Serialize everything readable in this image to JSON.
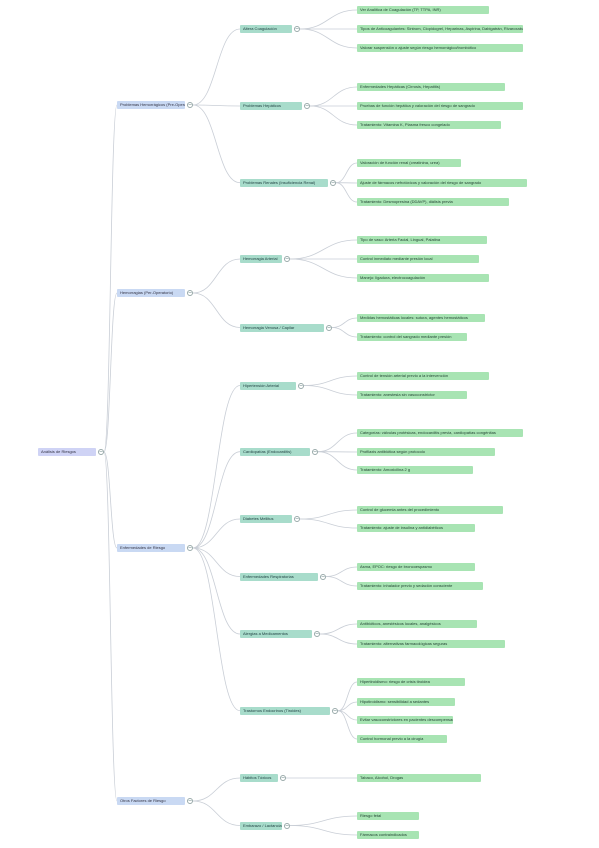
{
  "mindmap": {
    "root": {
      "label": "Análisis de Riesgos",
      "children": [
        {
          "label": "Problemas Hemorrágicos (Pre-Operatorio)",
          "children": [
            {
              "label": "Altera Coagulación",
              "children": [
                {
                  "label": "Ver Analítica de Coagulación (TP, TTPA, INR)"
                },
                {
                  "label": "Tipos de Anticoagulantes: Sintrom, Clopidogrel, Heparinas, Aspirina, Dabigatrán, Rivaroxabán"
                },
                {
                  "label": "Valorar suspensión o ajuste según riesgo hemorrágico/trombótico"
                }
              ]
            },
            {
              "label": "Problemas Hepáticos",
              "children": [
                {
                  "label": "Enfermedades Hepáticas (Cirrosis, Hepatitis)"
                },
                {
                  "label": "Pruebas de función hepática y valoración del riesgo de sangrado"
                },
                {
                  "label": "Tratamiento: Vitamina K, Plasma fresco congelado"
                }
              ]
            },
            {
              "label": "Problemas Renales (Insuficiencia Renal)",
              "children": [
                {
                  "label": "Valoración de función renal (creatinina, urea)"
                },
                {
                  "label": "Ajuste de fármacos nefrotóxicos y valoración del riesgo de sangrado"
                },
                {
                  "label": "Tratamiento: Desmopresina (DDAVP), diálisis previa"
                }
              ]
            }
          ]
        },
        {
          "label": "Hemorragias (Per-Operatorio)",
          "children": [
            {
              "label": "Hemorragia Arterial",
              "children": [
                {
                  "label": "Tipo de vaso: Arteria Facial, Lingual, Palatina"
                },
                {
                  "label": "Control inmediato mediante presión local"
                },
                {
                  "label": "Manejo: ligadura, electrocoagulación"
                }
              ]
            },
            {
              "label": "Hemorragia Venosa / Capilar",
              "children": [
                {
                  "label": "Medidas hemostáticas locales: sutura, agentes hemostáticos"
                },
                {
                  "label": "Tratamiento: control del sangrado mediante presión"
                }
              ]
            }
          ]
        },
        {
          "label": "Enfermedades de Riesgo",
          "children": [
            {
              "label": "Hipertensión Arterial",
              "children": [
                {
                  "label": "Control de tensión arterial previo a la intervención"
                },
                {
                  "label": "Tratamiento: anestesia sin vasoconstrictor"
                }
              ]
            },
            {
              "label": "Cardiopatías (Endocarditis)",
              "children": [
                {
                  "label": "Categorías: válvulas protésicas, endocarditis previa, cardiopatías congénitas"
                },
                {
                  "label": "Profilaxis antibiótica según protocolo"
                },
                {
                  "label": "Tratamiento: Amoxicilina 2 g"
                }
              ]
            },
            {
              "label": "Diabetes Mellitus",
              "children": [
                {
                  "label": "Control de glucemia antes del procedimiento"
                },
                {
                  "label": "Tratamiento: ajuste de insulina y antidiabéticos"
                }
              ]
            },
            {
              "label": "Enfermedades Respiratorias",
              "children": [
                {
                  "label": "Asma, EPOC: riesgo de broncoespasmo"
                },
                {
                  "label": "Tratamiento: inhalador previo y sedación consciente"
                }
              ]
            },
            {
              "label": "Alergias a Medicamentos",
              "children": [
                {
                  "label": "Antibióticos, anestésicos locales, analgésicos"
                },
                {
                  "label": "Tratamiento: alternativas farmacológicas seguras"
                }
              ]
            },
            {
              "label": "Trastornos Endocrinos (Tiroides)",
              "children": [
                {
                  "label": "Hipertiroidismo: riesgo de crisis tiroidea"
                },
                {
                  "label": "Hipotiroidismo: sensibilidad a sedantes"
                },
                {
                  "label": "Evitar vasoconstrictores en pacientes descompensados"
                },
                {
                  "label": "Control hormonal previo a la cirugía"
                }
              ]
            }
          ]
        },
        {
          "label": "Otros Factores de Riesgo",
          "children": [
            {
              "label": "Hábitos Tóxicos",
              "children": [
                {
                  "label": "Tabaco, Alcohol, Drogas"
                }
              ]
            },
            {
              "label": "Embarazo / Lactancia",
              "children": [
                {
                  "label": "Riesgo fetal"
                },
                {
                  "label": "Fármacos contraindicados"
                }
              ]
            }
          ]
        }
      ]
    }
  }
}
